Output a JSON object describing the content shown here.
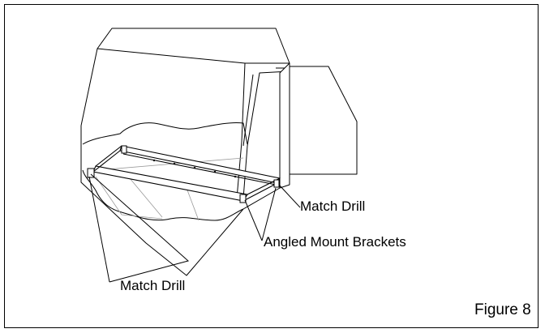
{
  "figure": {
    "label": "Figure 8"
  },
  "callouts": {
    "match_drill_right": "Match Drill",
    "angled_mount_brackets": "Angled Mount Brackets",
    "match_drill_left": "Match Drill"
  },
  "colors": {
    "line": "#000000",
    "cutaway_line": "#888888",
    "background": "#ffffff"
  }
}
